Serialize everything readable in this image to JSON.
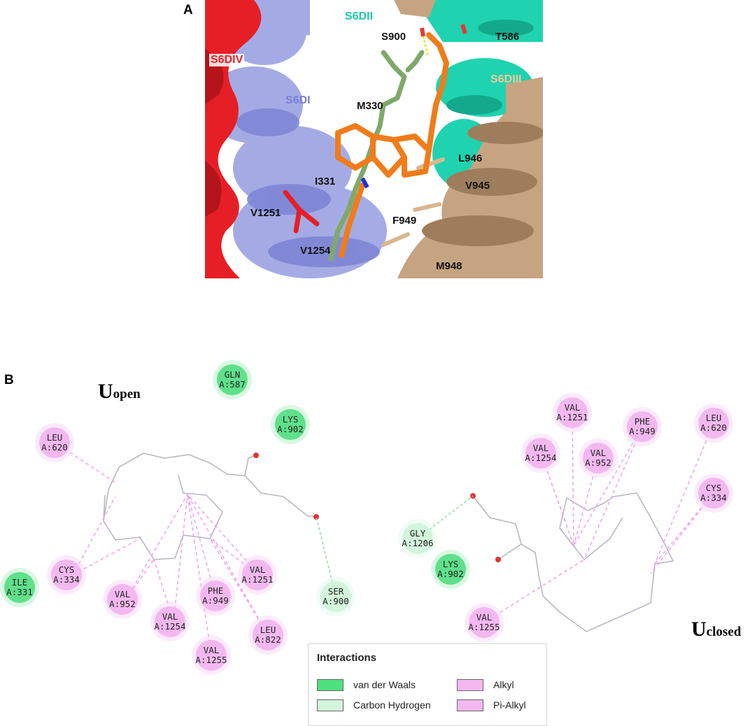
{
  "panel_a": {
    "letter": "A",
    "helix_labels": {
      "s6div": "S6DIV",
      "s6di": "S6DI",
      "s6dii": "S6DII",
      "s6diii": "S6DIII"
    },
    "residues": {
      "s900": "S900",
      "t586": "T586",
      "m330": "M330",
      "l946": "L946",
      "i331": "I331",
      "v945": "V945",
      "v1251": "V1251",
      "f949": "F949",
      "v1254": "V1254",
      "m948": "M948"
    },
    "colors": {
      "s6div": "#e8202a",
      "s6di": "#8e95de",
      "s6dii": "#20d3b3",
      "s6diii": "#c9a583",
      "ligand_open": "#f07c1a",
      "ligand_closed": "#7fa96a"
    }
  },
  "panel_b": {
    "letter": "B",
    "open_title": {
      "main": "U",
      "sub": "open"
    },
    "closed_title": {
      "main": "U",
      "sub": "closed"
    },
    "open_residues": [
      {
        "l1": "GLN",
        "l2": "A:587",
        "type": "vdw"
      },
      {
        "l1": "LYS",
        "l2": "A:902",
        "type": "vdw"
      },
      {
        "l1": "LEU",
        "l2": "A:620",
        "type": "alkyl"
      },
      {
        "l1": "CYS",
        "l2": "A:334",
        "type": "alkyl"
      },
      {
        "l1": "ILE",
        "l2": "A:331",
        "type": "vdw"
      },
      {
        "l1": "VAL",
        "l2": "A:952",
        "type": "alkyl"
      },
      {
        "l1": "VAL",
        "l2": "A:1254",
        "type": "alkyl"
      },
      {
        "l1": "PHE",
        "l2": "A:949",
        "type": "alkyl"
      },
      {
        "l1": "VAL",
        "l2": "A:1251",
        "type": "alkyl"
      },
      {
        "l1": "LEU",
        "l2": "A:822",
        "type": "alkyl"
      },
      {
        "l1": "VAL",
        "l2": "A:1255",
        "type": "alkyl"
      },
      {
        "l1": "SER",
        "l2": "A:900",
        "type": "ch"
      }
    ],
    "closed_residues": [
      {
        "l1": "VAL",
        "l2": "A:1251",
        "type": "alkyl"
      },
      {
        "l1": "PHE",
        "l2": "A:949",
        "type": "alkyl"
      },
      {
        "l1": "LEU",
        "l2": "A:620",
        "type": "alkyl"
      },
      {
        "l1": "VAL",
        "l2": "A:1254",
        "type": "alkyl"
      },
      {
        "l1": "VAL",
        "l2": "A:952",
        "type": "alkyl"
      },
      {
        "l1": "CYS",
        "l2": "A:334",
        "type": "alkyl"
      },
      {
        "l1": "GLY",
        "l2": "A:1206",
        "type": "ch"
      },
      {
        "l1": "LYS",
        "l2": "A:902",
        "type": "vdw"
      },
      {
        "l1": "VAL",
        "l2": "A:1255",
        "type": "alkyl"
      }
    ],
    "legend": {
      "title": "Interactions",
      "items": [
        {
          "label": "van der Waals",
          "color": "#4ee07e"
        },
        {
          "label": "Alkyl",
          "color": "#f3b8f0"
        },
        {
          "label": "Carbon Hydrogen",
          "color": "#d2f5db"
        },
        {
          "label": "Pi-Alkyl",
          "color": "#f3b8f0"
        }
      ]
    }
  }
}
